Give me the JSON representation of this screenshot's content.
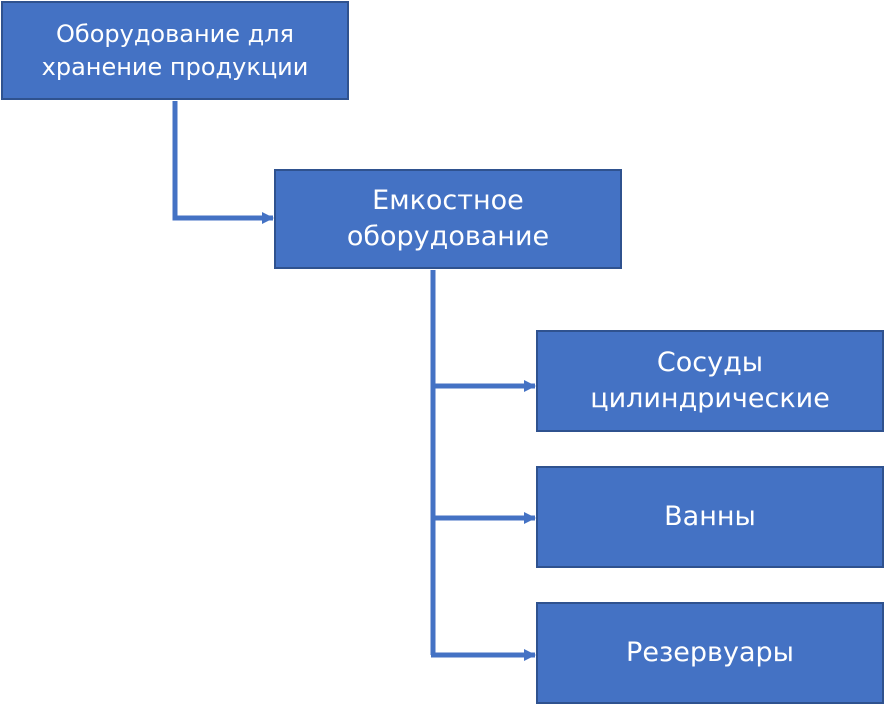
{
  "colors": {
    "box_fill": "#4472c4",
    "box_border": "#2f528f",
    "connector": "#4472c4",
    "text": "#ffffff"
  },
  "nodes": {
    "root": {
      "label": "Оборудование для\nхранение продукции"
    },
    "capacity": {
      "label": "Емкостное\nоборудование"
    },
    "vessels": {
      "label": "Сосуды\nцилиндрические"
    },
    "baths": {
      "label": "Ванны"
    },
    "tanks": {
      "label": "Резервуары"
    }
  }
}
